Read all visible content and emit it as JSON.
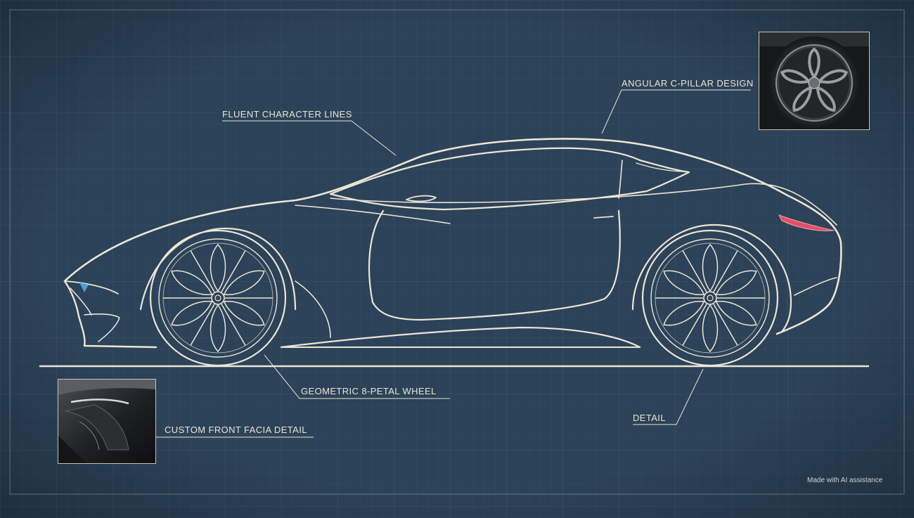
{
  "labels": {
    "fluent": "FLUENT CHARACTER LINES",
    "cpillar": "ANGULAR C-PILLAR DESIGN",
    "wheel": "GEOMETRIC 8-PETAL WHEEL",
    "detail": "DETAIL",
    "facia": "CUSTOM FRONT FACIA DETAIL"
  },
  "credit": "Made with AI assistance",
  "colors": {
    "background": "#2c4258",
    "grid": "#3a5066",
    "line": "#ebe6d4",
    "taillight": "#e05068",
    "headlight": "#4aa0d8"
  }
}
